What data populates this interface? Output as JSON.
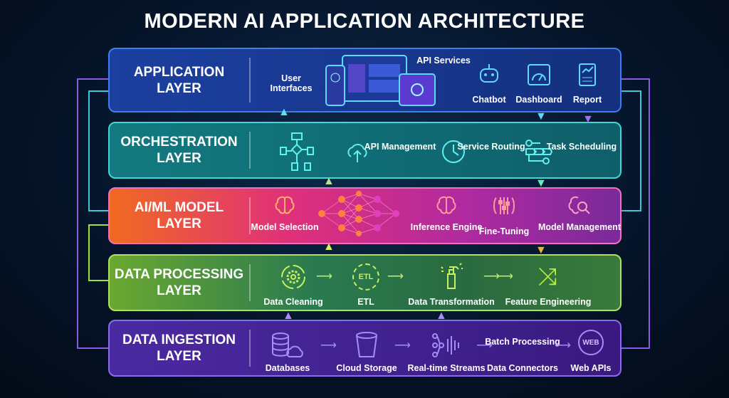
{
  "title": "MODERN AI APPLICATION ARCHITECTURE",
  "colors": {
    "application": "#1a3fa8",
    "orchestration": "#128a8a",
    "aiml": "#e0308a",
    "processing": "#7fc03a",
    "ingestion": "#5a2aa8"
  },
  "layers": {
    "application": {
      "name": "APPLICATION\nLAYER",
      "items": [
        "User\nInterfaces",
        "API Services",
        "Chatbot",
        "Dashboard",
        "Report"
      ]
    },
    "orchestration": {
      "name": "ORCHESTRATION\nLAYER",
      "items": [
        "API\nManagement",
        "Service\nRouting",
        "Task\nScheduling"
      ]
    },
    "aiml": {
      "name": "AI/ML MODEL\nLAYER",
      "items": [
        "Model\nSelection",
        "Inference\nEngine",
        "Fine-Tuning",
        "Model\nManagement"
      ]
    },
    "processing": {
      "name": "DATA PROCESSING\nLAYER",
      "items": [
        "Data Cleaning",
        "ETL",
        "Data Transformation",
        "Feature Engineering"
      ]
    },
    "ingestion": {
      "name": "DATA INGESTION\nLAYER",
      "items": [
        "Databases",
        "Cloud Storage",
        "Real-time Streams",
        "Batch\nProcessing",
        "Data Connectors",
        "Web APIs"
      ]
    }
  },
  "etl_badge": "ETL",
  "web_badge": "WEB"
}
